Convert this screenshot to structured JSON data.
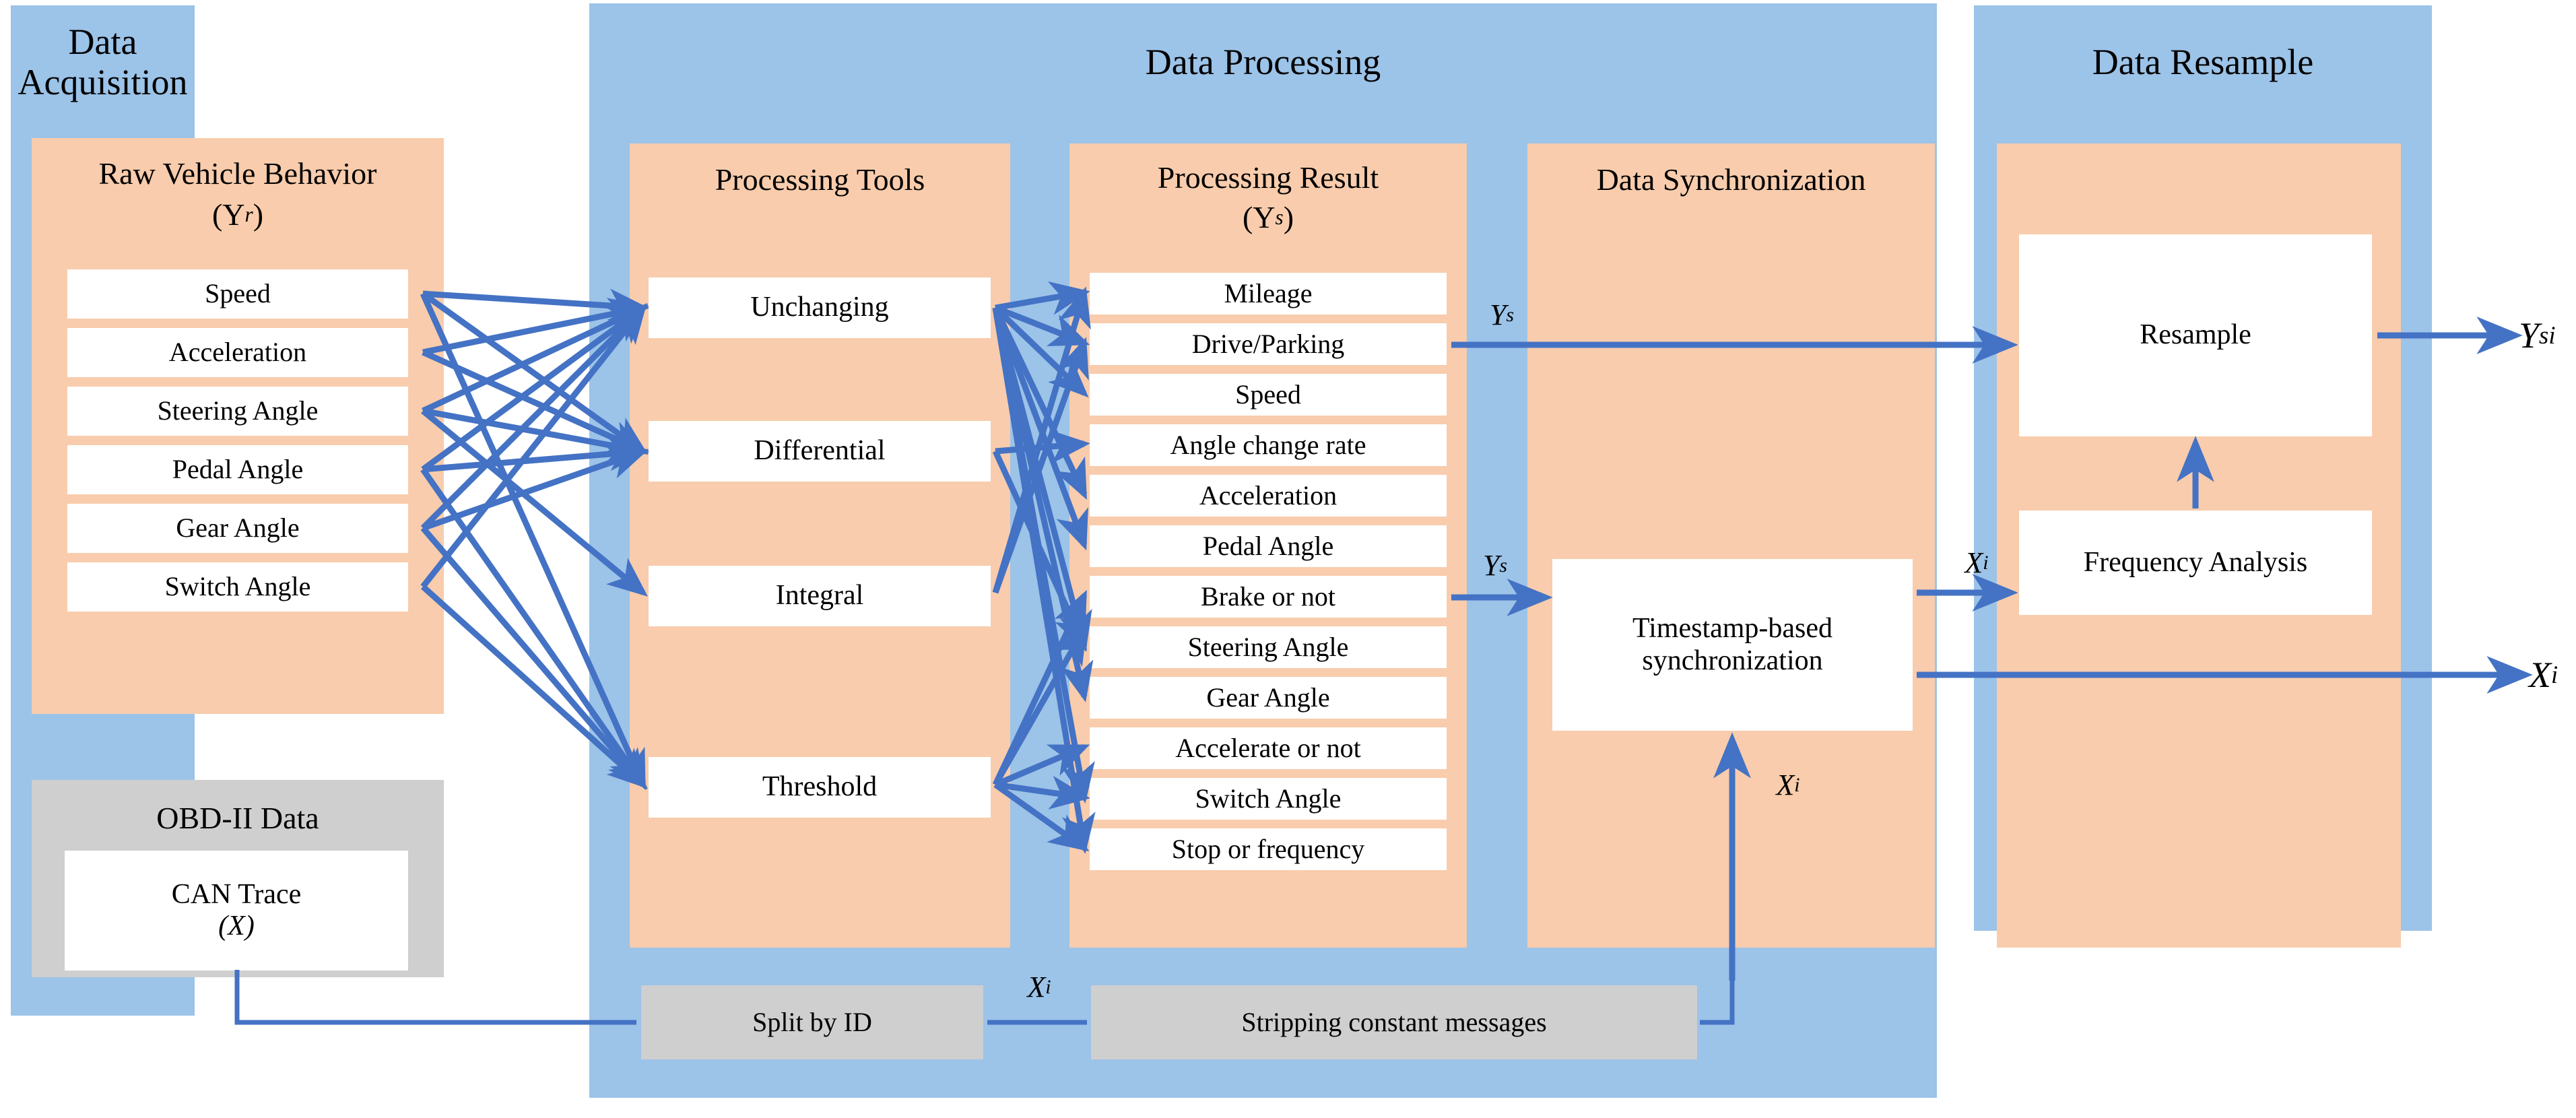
{
  "diagram": {
    "title": "Vehicle data acquisition, processing and resampling pipeline",
    "colors": {
      "panel_blue": "#9CC3E8",
      "group_peach": "#F8CCAC",
      "node_white": "#FFFFFF",
      "node_grey": "#CFCFCF",
      "arrow_blue": "#4472C4",
      "text_black": "#000000"
    }
  },
  "panels": [
    {
      "id": "data-acquisition",
      "title": "Data Acquisition"
    },
    {
      "id": "data-processing",
      "title": "Data Processing"
    },
    {
      "id": "data-resample",
      "title": "Data Resample"
    }
  ],
  "groups": {
    "raw_vehicle_behavior": {
      "title_line1": "Raw Vehicle Behavior",
      "title_line2": "(Y",
      "title_sub": "r",
      "title_line3": ")",
      "items": [
        "Speed",
        "Acceleration",
        "Steering Angle",
        "Pedal Angle",
        "Gear Angle",
        "Switch Angle"
      ]
    },
    "obd_ii": {
      "title": "OBD-II Data",
      "node_line1": "CAN Trace",
      "node_line2": "(X)"
    },
    "processing_tools": {
      "title": "Processing Tools",
      "items": [
        "Unchanging",
        "Differential",
        "Integral",
        "Threshold"
      ]
    },
    "processing_result": {
      "title_line1": "Processing Result",
      "title_line2": "(Y",
      "title_sub": "s",
      "title_line3": ")",
      "items": [
        "Mileage",
        "Drive/Parking",
        "Speed",
        "Angle change rate",
        "Acceleration",
        "Pedal Angle",
        "Brake or not",
        "Steering Angle",
        "Gear Angle",
        "Accelerate or not",
        "Switch Angle",
        "Stop or frequency"
      ]
    },
    "data_synchronization": {
      "title": "Data Synchronization",
      "node_line1": "Timestamp-based",
      "node_line2": "synchronization"
    },
    "data_resample": {
      "resample_node": "Resample",
      "frequency_node": "Frequency Analysis"
    }
  },
  "bottom_pipeline": {
    "split_by_id": "Split by ID",
    "stripping": "Stripping constant messages"
  },
  "edge_labels": {
    "ys_top": {
      "base": "Y",
      "sub": "s"
    },
    "ys_mid": {
      "base": "Y",
      "sub": "s"
    },
    "xi_sync_out": {
      "base": "X",
      "sub": "i"
    },
    "xi_sync_in": {
      "base": "X",
      "sub": "i"
    },
    "xi_split": {
      "base": "X",
      "sub": "i"
    },
    "ysi_out": {
      "base": "Y",
      "sub": "si"
    },
    "xi_out": {
      "base": "X",
      "sub": "i"
    }
  }
}
